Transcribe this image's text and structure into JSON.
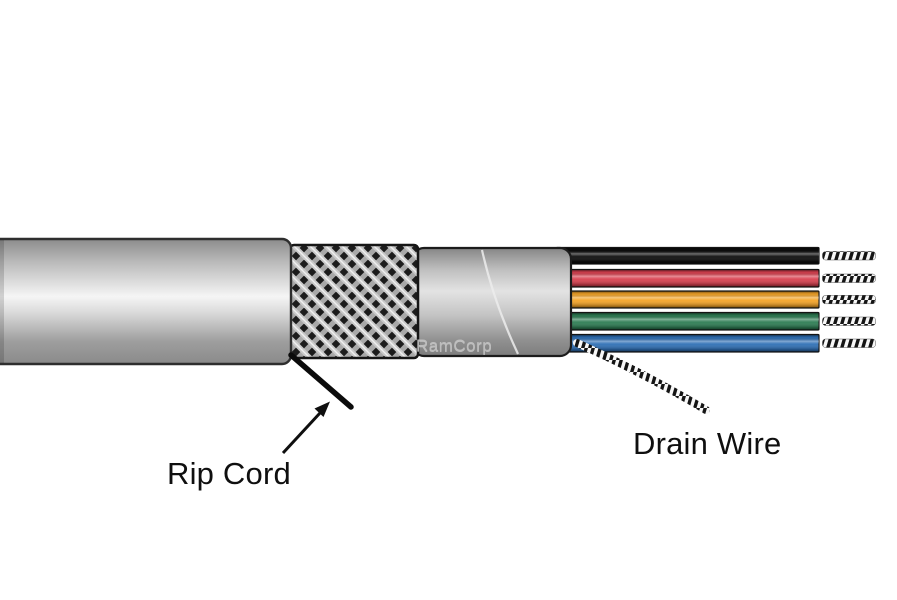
{
  "watermark": "RamCorp",
  "labels": {
    "rip_cord": "Rip Cord",
    "drain_wire": "Drain Wire"
  },
  "wires": [
    {
      "name": "black-conductor",
      "color": "#0c0c0c"
    },
    {
      "name": "red-conductor",
      "color": "#d94150"
    },
    {
      "name": "orange-conductor",
      "color": "#f4a428"
    },
    {
      "name": "green-conductor",
      "color": "#2e7d54"
    },
    {
      "name": "blue-conductor",
      "color": "#2f70b6"
    }
  ],
  "palette": {
    "background": "#ffffff",
    "jacket_gray": "#c9c9c9",
    "foil_gray": "#c0c0c0",
    "braid_light": "#c6c6c6",
    "braid_dark": "#1c1c1c",
    "label_color": "#0f0f0f"
  }
}
